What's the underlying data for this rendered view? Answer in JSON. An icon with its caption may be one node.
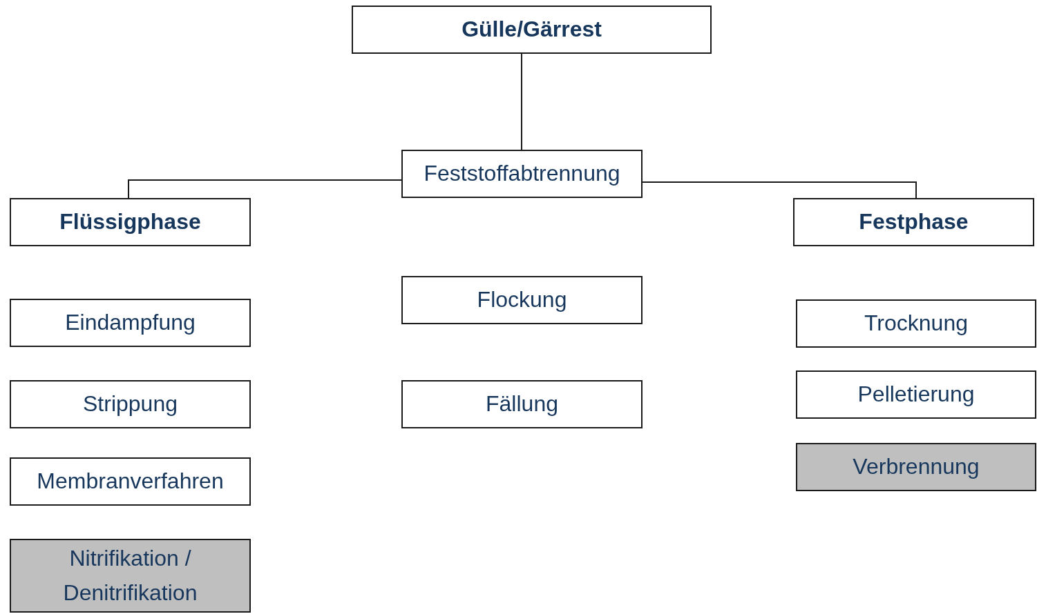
{
  "diagram": {
    "nodes": [
      {
        "text": [
          "Gülle/Gärrest"
        ]
      },
      {
        "text": [
          "Feststoffabtrennung"
        ]
      },
      {
        "text": [
          "Flüssigphase"
        ]
      },
      {
        "text": [
          "Festphase"
        ]
      },
      {
        "text": [
          "Eindampfung"
        ]
      },
      {
        "text": [
          "Strippung"
        ]
      },
      {
        "text": [
          "Membranverfahren"
        ]
      },
      {
        "text": [
          "Nitrifikation / Denitrifikation"
        ]
      },
      {
        "text": [
          "Flockung"
        ]
      },
      {
        "text": [
          "Fällung"
        ]
      },
      {
        "text": [
          "Trocknung"
        ]
      },
      {
        "text": [
          "Pelletierung"
        ]
      },
      {
        "text": [
          "Verbrennung"
        ]
      }
    ],
    "edges": [
      {
        "from": 0,
        "to": 1,
        "arrow": "none"
      },
      {
        "from": 1,
        "to": 2,
        "arrow": "none"
      },
      {
        "from": 1,
        "to": 3,
        "arrow": "none"
      }
    ]
  }
}
